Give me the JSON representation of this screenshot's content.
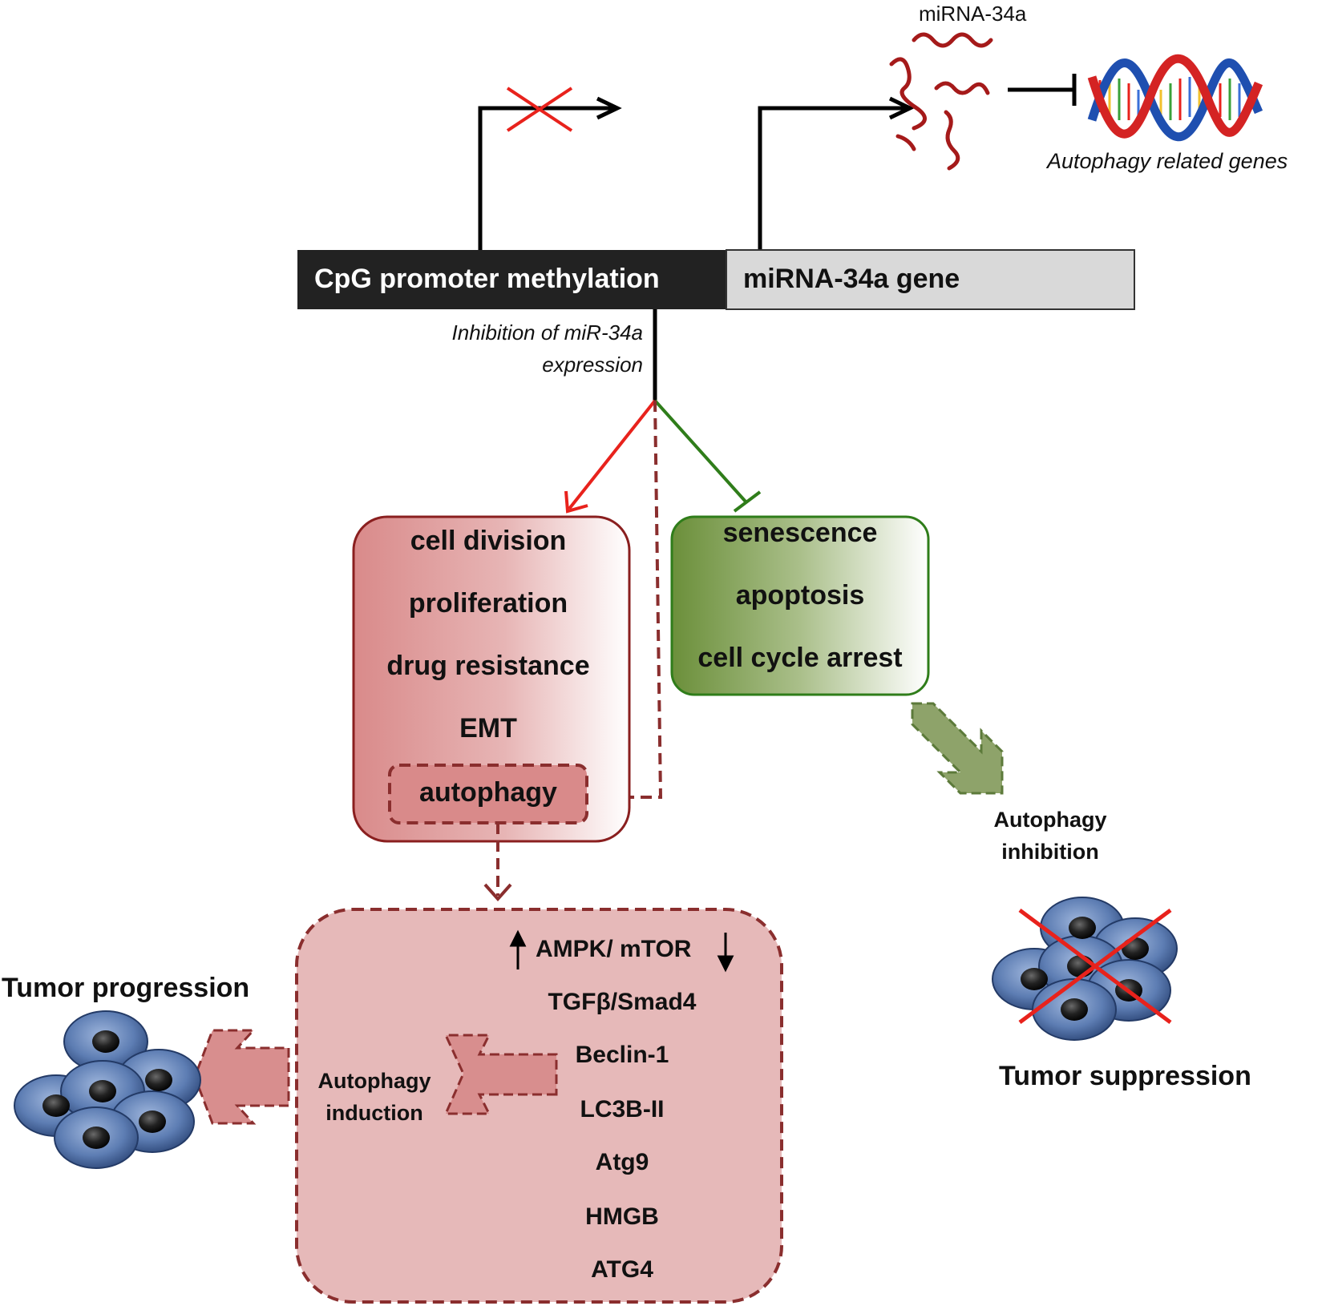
{
  "mirna_label": "miRNA-34a",
  "autophagy_related_genes": "Autophagy related genes",
  "gene_bar": {
    "methylation_label": "CpG promoter methylation",
    "gene_label": "miRNA-34a gene"
  },
  "inhibition_note": {
    "line1": "Inhibition of miR-34a",
    "line2": "expression"
  },
  "promoted_processes": [
    "cell division",
    "proliferation",
    "drug resistance",
    "EMT",
    "autophagy"
  ],
  "suppressed_processes": [
    "senescence",
    "apoptosis",
    "cell cycle arrest"
  ],
  "autophagy_inhibition": {
    "line1": "Autophagy",
    "line2": "inhibition"
  },
  "autophagy_induction": {
    "line1": "Autophagy",
    "line2": "induction"
  },
  "pathway_markers": {
    "ampk_mtor": "AMPK/ mTOR",
    "items": [
      "TGFβ/Smad4",
      "Beclin-1",
      "LC3B-II",
      "Atg9",
      "HMGB",
      "ATG4"
    ]
  },
  "tumor_progression": "Tumor progression",
  "tumor_suppression": "Tumor suppression",
  "colors": {
    "activation_arrow": "#e8221c",
    "inhibition_arrow": "#2f7d1a",
    "dashed_path": "#8a2e2e",
    "methylation_bar": "#222222",
    "gene_bar": "#d9d9d9",
    "promoted_box": "#d98a8a",
    "suppressed_box": "#6b8f3a",
    "pathway_box": "#e6b9b9",
    "cell_fill": "#4e6ea8",
    "nucleus_fill": "#1a1a1a"
  }
}
